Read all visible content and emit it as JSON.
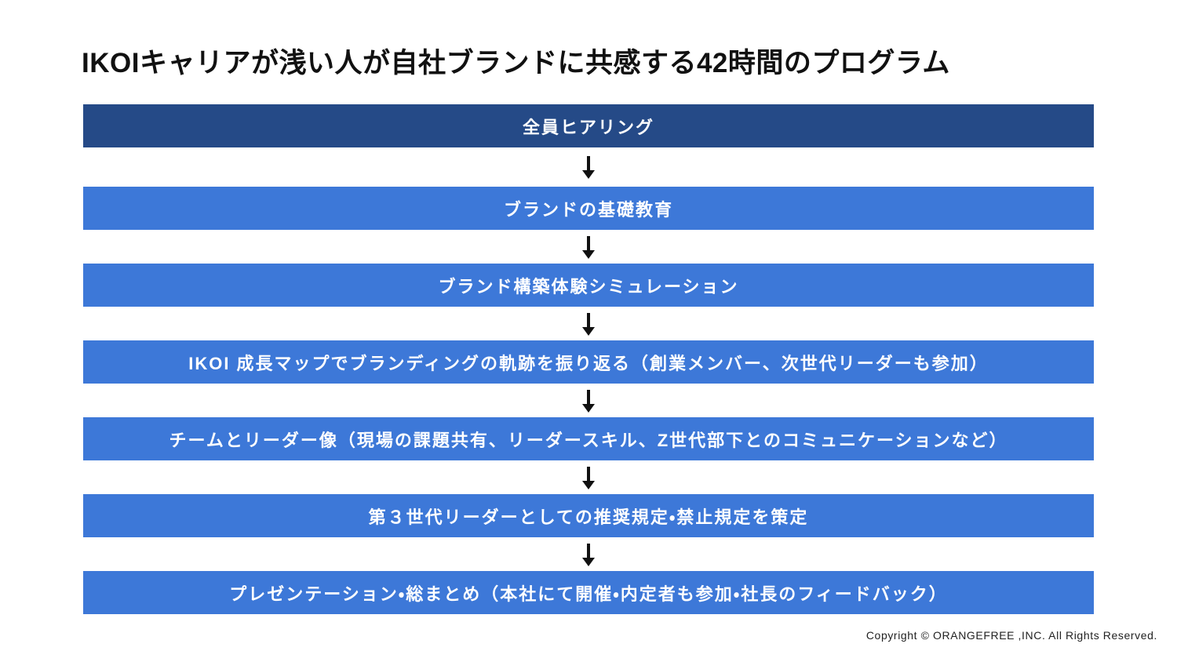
{
  "slide": {
    "title": "IKOIキャリアが浅い人が自社ブランドに共感する42時間のプログラム",
    "footer": "Copyright © ORANGEFREE ,INC. All Rights Reserved."
  },
  "flow": {
    "steps": [
      {
        "label": "全員ヒアリング",
        "variant": "dark"
      },
      {
        "label": "ブランドの基礎教育",
        "variant": "light"
      },
      {
        "label": "ブランド構築体験シミュレーション",
        "variant": "light"
      },
      {
        "label": "IKOI 成長マップでブランディングの軌跡を振り返る（創業メンバー、次世代リーダーも参加）",
        "variant": "light"
      },
      {
        "label": "チームとリーダー像（現場の課題共有、リーダースキル、Z世代部下とのコミュニケーションなど）",
        "variant": "light"
      },
      {
        "label": "第３世代リーダーとしての推奨規定・禁止規定を策定",
        "variant": "light"
      },
      {
        "label": "プレゼンテーション・総まとめ（本社にて開催・内定者も参加・社長のフィードバック）",
        "variant": "light"
      }
    ],
    "arrow_icon": "down-arrow"
  },
  "colors": {
    "step_dark": "#254A87",
    "step_light": "#3D78D8",
    "step_text": "#FFFFFF",
    "arrow": "#111111",
    "title_text": "#111111"
  }
}
